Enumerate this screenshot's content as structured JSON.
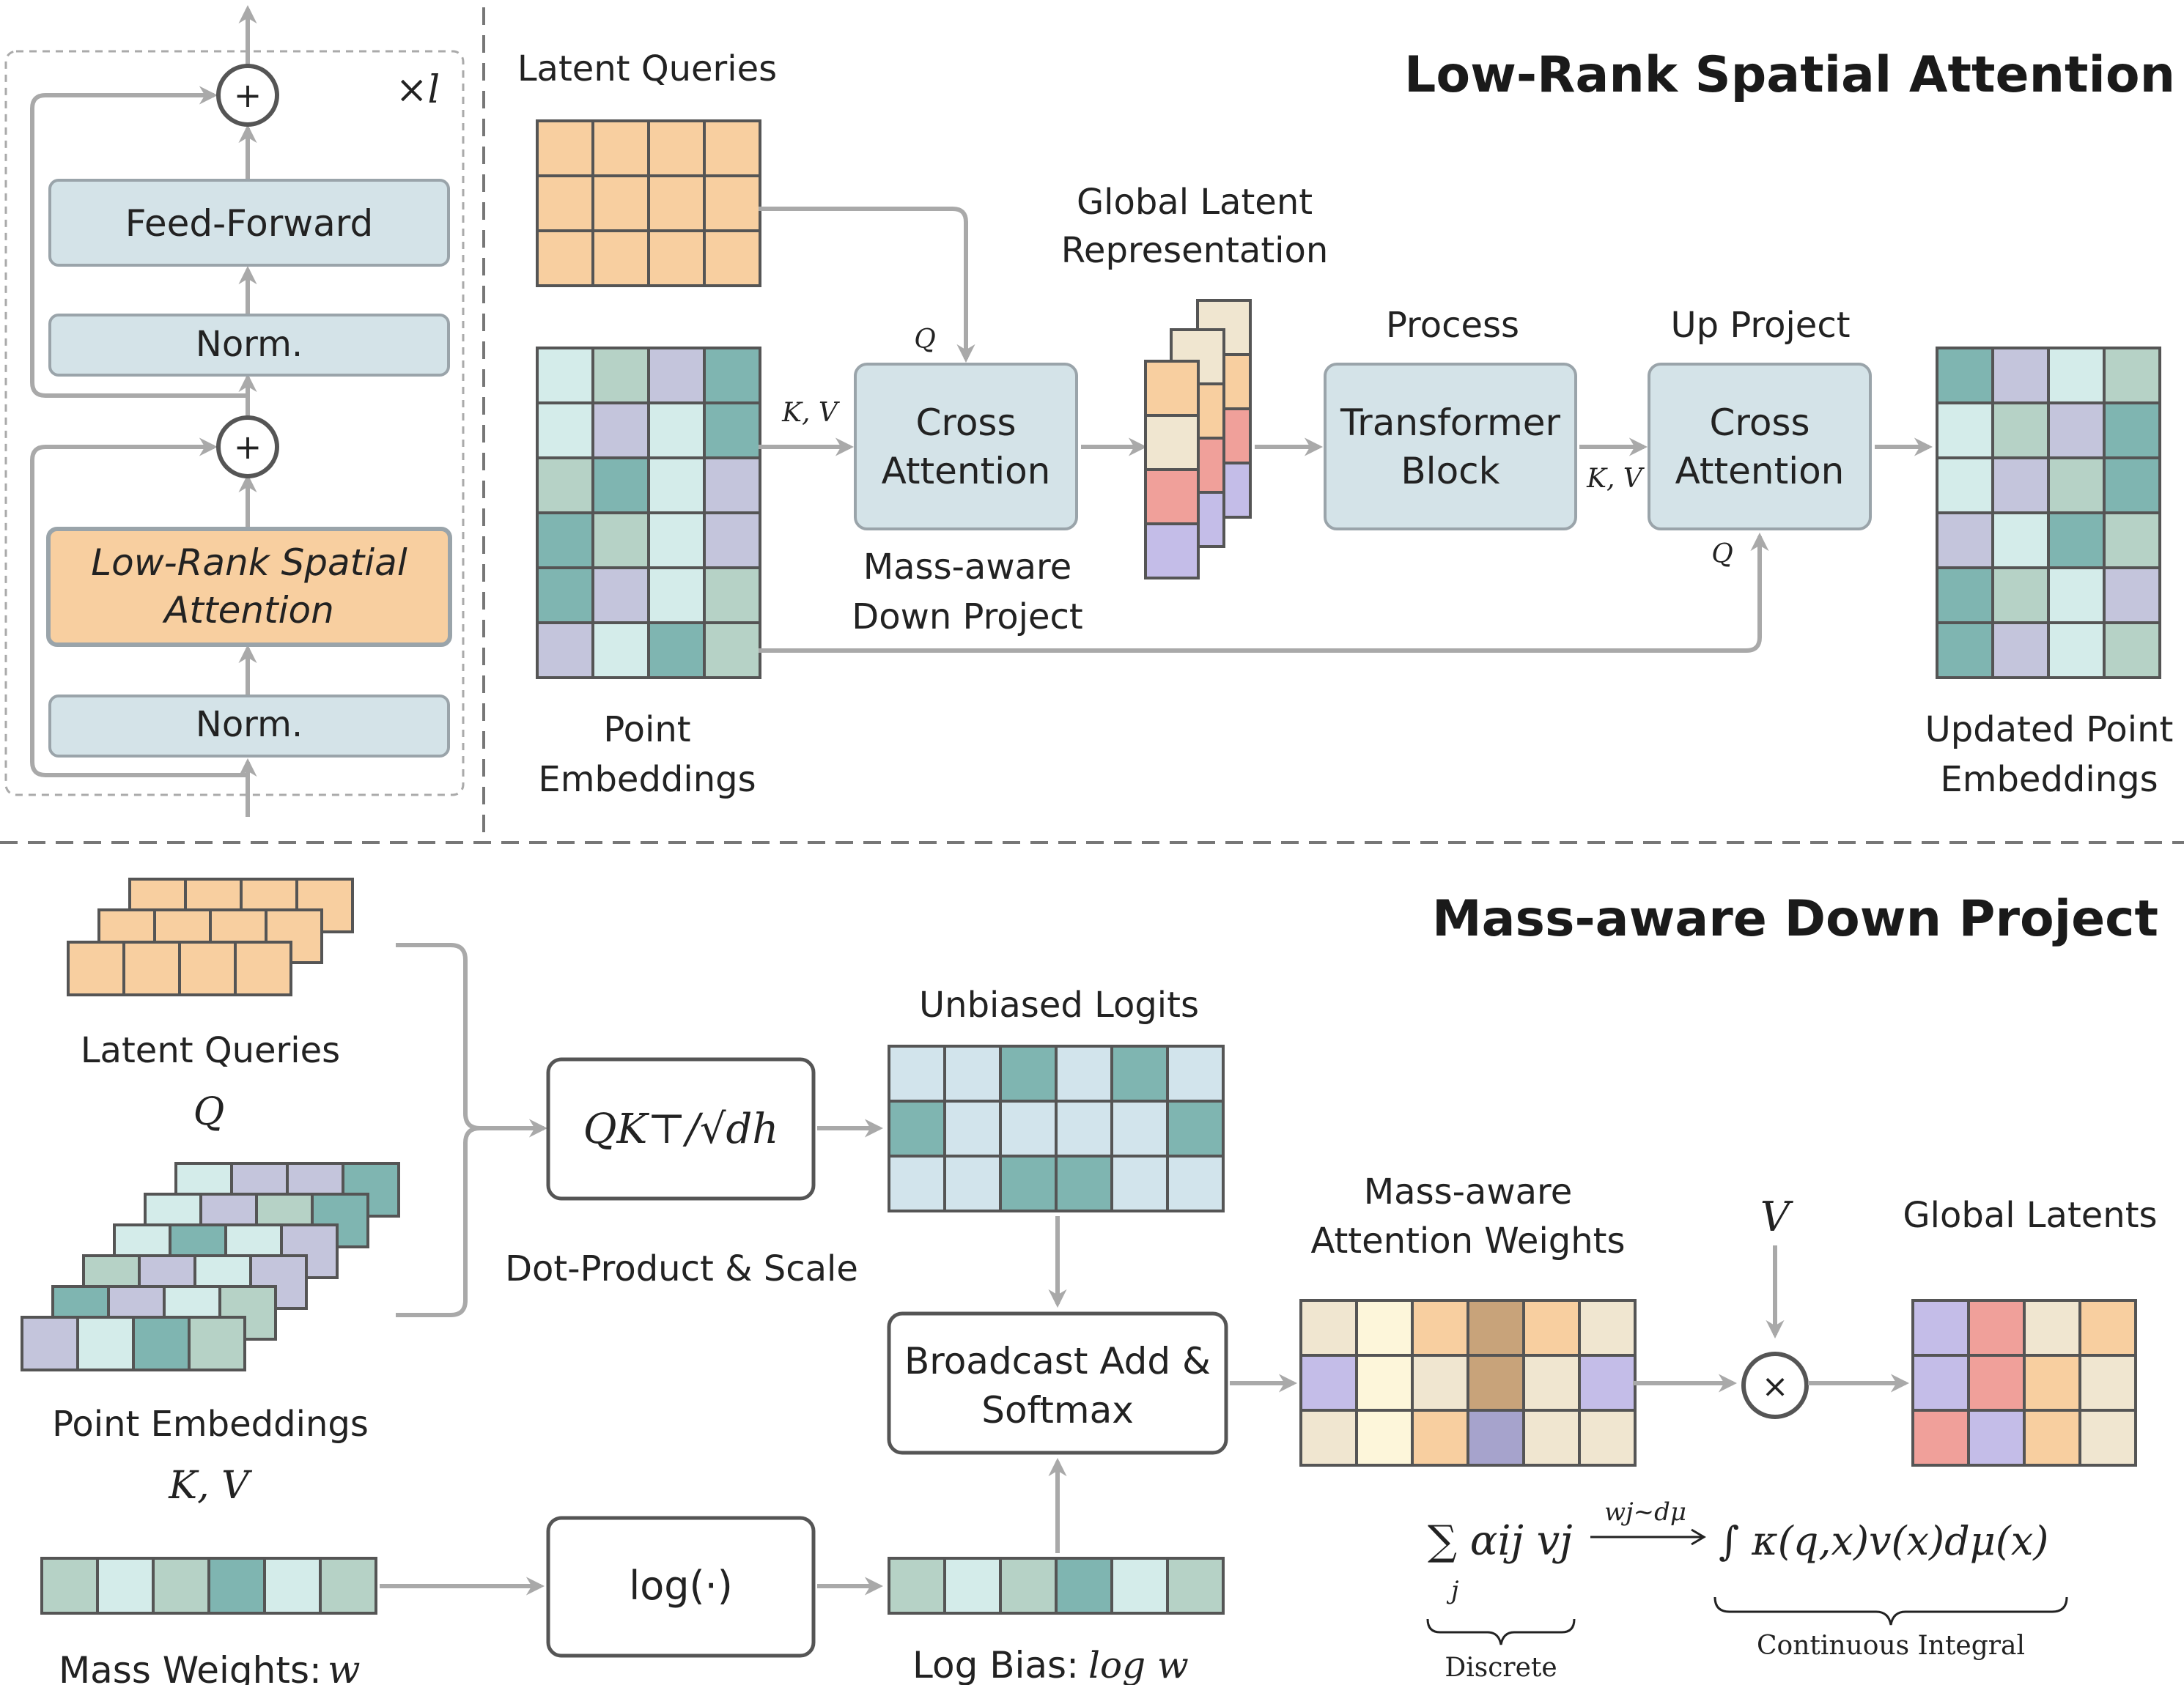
{
  "colors": {
    "orange": "#f8cfa0",
    "mint": "#d4ecea",
    "teal": "#7fb5b1",
    "sage": "#b6d2c6",
    "lavender": "#c4c5dc",
    "blue_box": "#d4e3e8",
    "cream": "#f0e6d0",
    "salmon": "#f0a09a",
    "purple": "#c4bde8",
    "yellow": "#fdf6da",
    "brown": "#c8a37a",
    "grey_purple": "#a6a3cc",
    "light_blue": "#d2e4ec"
  },
  "top_section": {
    "title": "Low-Rank Spatial Attention",
    "block": {
      "repeat": "×l",
      "feed_forward": "Feed-Forward",
      "norm_top": "Norm.",
      "lrsa_line1": "Low-Rank Spatial",
      "lrsa_line2": "Attention",
      "norm_bottom": "Norm."
    },
    "latent_queries": "Latent Queries",
    "point_emb_line1": "Point",
    "point_emb_line2": "Embeddings",
    "label_q": "Q",
    "label_kv": "K, V",
    "cross_attention_line1": "Cross",
    "cross_attention_line2": "Attention",
    "mass_aware_line1": "Mass-aware",
    "mass_aware_line2": "Down Project",
    "global_latent_line1": "Global Latent",
    "global_latent_line2": "Representation",
    "process": "Process",
    "transformer_line1": "Transformer",
    "transformer_line2": "Block",
    "up_project": "Up Project",
    "label_kv2": "K, V",
    "label_q2": "Q",
    "updated_line1": "Updated Point",
    "updated_line2": "Embeddings"
  },
  "bottom_section": {
    "title": "Mass-aware Down Project",
    "latent_queries": "Latent Queries",
    "q_symbol": "Q",
    "point_embeddings": "Point Embeddings",
    "kv_symbol": "K, V",
    "dot_product_formula": "QK⊤/√dh",
    "dot_product_label": "Dot-Product & Scale",
    "unbiased_logits": "Unbiased Logits",
    "broadcast_line1": "Broadcast Add &",
    "broadcast_line2": "Softmax",
    "log_fn": "log(·)",
    "log_bias": "Log Bias:",
    "log_bias_math": "log w",
    "mass_weights": "Mass Weights:",
    "mass_weights_math": "w",
    "attn_weights_line1": "Mass-aware",
    "attn_weights_line2": "Attention Weights",
    "v_symbol": "V",
    "times": "×",
    "global_latents": "Global Latents",
    "discrete_formula": "∑ αij vj",
    "discrete_sub": "j",
    "arrow_label": "wj~dμ",
    "integral_formula": "∫ κ(q,x)v(x)dμ(x)",
    "discrete_label": "Discrete",
    "continuous_label": "Continuous Integral"
  }
}
